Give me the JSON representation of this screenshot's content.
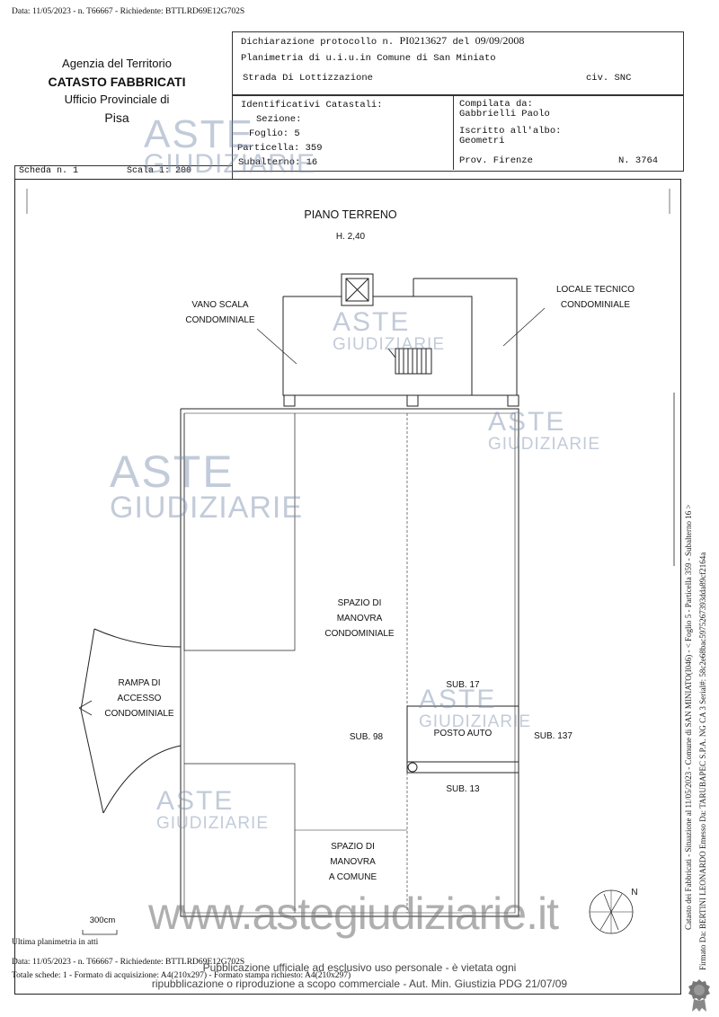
{
  "top_meta": "Data: 11/05/2023 - n. T66667 - Richiedente: BTTLRD69E12G702S",
  "agency": {
    "line1": "Agenzia del Territorio",
    "line2": "CATASTO FABBRICATI",
    "line3": "Ufficio Provinciale di",
    "line4": "Pisa"
  },
  "header": {
    "declaration_label": "Dichiarazione protocollo n.",
    "protocol": "PI0213627",
    "del_label": "del",
    "date": "09/09/2008",
    "planimetry": "Planimetria di u.i.u.in Comune di San Miniato",
    "street": "Strada Di Lottizzazione",
    "civ": "civ. SNC",
    "identificativi": "Identificativi Catastali:",
    "sezione": "Sezione:",
    "foglio": "Foglio: 5",
    "particella": "Particella: 359",
    "subalterno": "Subalterno: 16",
    "compilata": "Compilata da:",
    "compilatore": "Gabbrielli Paolo",
    "iscritto": "Iscritto all'albo:",
    "albo": "Geometri",
    "prov": "Prov. Firenze",
    "numero": "N.  3764",
    "scheda": "Scheda n. 1",
    "scala": "Scala 1: 200"
  },
  "plan": {
    "title": "PIANO TERRENO",
    "height": "H. 2,40",
    "vano_scala": [
      "VANO SCALA",
      "CONDOMINIALE"
    ],
    "locale_tecnico": [
      "LOCALE TECNICO",
      "CONDOMINIALE"
    ],
    "spazio_manovra": [
      "SPAZIO DI",
      "MANOVRA",
      "CONDOMINIALE"
    ],
    "rampa": [
      "RAMPA DI",
      "ACCESSO",
      "CONDOMINIALE"
    ],
    "sub17": "SUB. 17",
    "sub98": "SUB. 98",
    "posto_auto": "POSTO AUTO",
    "sub137": "SUB. 137",
    "sub13": "SUB. 13",
    "spazio_comune": [
      "SPAZIO DI",
      "MANOVRA",
      "A COMUNE"
    ],
    "scale_bar": "300cm",
    "north": "N"
  },
  "watermark": {
    "line1": "ASTE",
    "line2": "GIUDIZIARIE",
    "url": "www.astegiudiziarie.it"
  },
  "footer": {
    "ultima": "Ultima planimetria in atti",
    "meta": "Data: 11/05/2023 - n. T66667 - Richiedente: BTTLRD69E12G702S",
    "totale": "Totale schede: 1 - Formato di acquisizione: A4(210x297) - Formato stampa richiesto: A4(210x297)",
    "notice1": "Pubblicazione ufficiale ad esclusivo uso personale - è vietata ogni",
    "notice2": "ripubblicazione o riproduzione a scopo commerciale - Aut. Min. Giustizia PDG 21/07/09"
  },
  "side": {
    "text1": "Catasto dei Fabbricati - Situazione al 11/05/2023 - Comune di SAN MINIATO(I046) - < Foglio 5 - Particella 359 - Subalterno 16 >",
    "text2": "Firmato Da: BERTINI LEONARDO Emesso Da: TARUBAPEC S.P.A. NG CA 3 Serial#: 58c2e68bac5975267393dda89cf2164a"
  }
}
